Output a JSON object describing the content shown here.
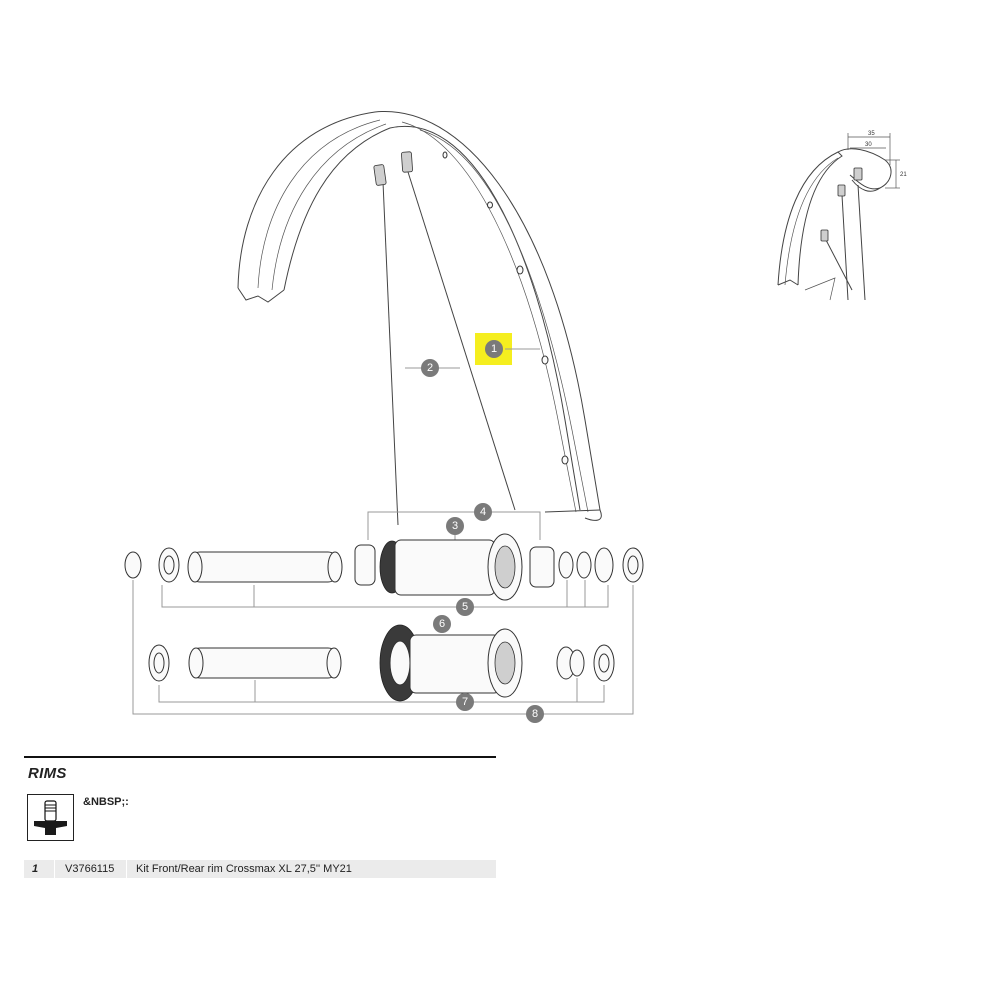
{
  "callouts": {
    "c1": "1",
    "c2": "2",
    "c3": "3",
    "c4": "4",
    "c5": "5",
    "c6": "6",
    "c7": "7",
    "c8": "8"
  },
  "dimensions": {
    "width_outer": "35",
    "width_inner": "30",
    "height": "21"
  },
  "highlight_color": "#f5ee1f",
  "callout_color": "#7a7a7a",
  "section": {
    "title": "RIMS",
    "valve_icon": "tubeless-valve-icon",
    "valve_label": "&NBSP;:"
  },
  "parts": [
    {
      "number": "1",
      "code": "V3766115",
      "description": "Kit Front/Rear rim Crossmax XL 27,5'' MY21"
    }
  ]
}
